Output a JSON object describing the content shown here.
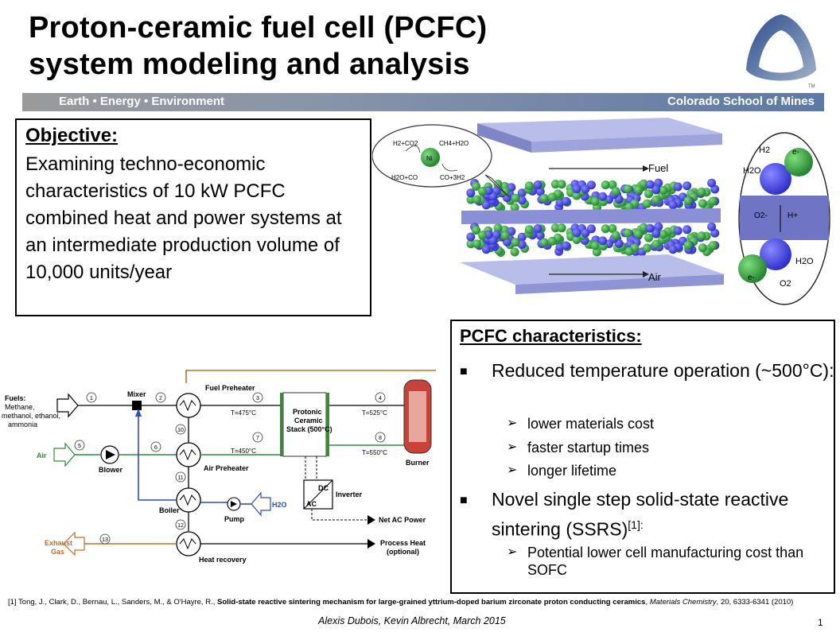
{
  "title": {
    "line1": "Proton-ceramic fuel cell (PCFC)",
    "line2": "system modeling and analysis"
  },
  "banner": {
    "left": "Earth • Energy • Environment",
    "right": "Colorado School of Mines"
  },
  "logo": {
    "tm": "TM"
  },
  "objective": {
    "heading": "Objective:",
    "text": "Examining techno-economic characteristics of 10 kW PCFC combined heat and power systems at an intermediate production volume of 10,000 units/year"
  },
  "cell_diagram": {
    "reaction_top_left": "H2+CO2",
    "reaction_top_right": "CH4+H2O",
    "reaction_center": "Ni",
    "reaction_bottom_left": "H2O+CO",
    "reaction_bottom_right": "CO+3H2",
    "fuel": "Fuel",
    "air": "Air",
    "ion_o": "O2-",
    "ion_h": "H+",
    "h2": "H2",
    "h2o_top": "H2O",
    "e_top": "e-",
    "e_bottom": "e-",
    "h2o_bottom": "H2O",
    "o2": "O2"
  },
  "system_diagram": {
    "fuels_label": "Fuels:",
    "fuels_list": [
      "Methane,",
      "methanol, ethanol,",
      "ammonia"
    ],
    "air": "Air",
    "blower": "Blower",
    "mixer": "Mixer",
    "fuel_preheater": "Fuel Preheater",
    "air_preheater": "Air Preheater",
    "boiler": "Boiler",
    "pump": "Pump",
    "h2o": "H2O",
    "stack_lines": [
      "Protonic",
      "Ceramic",
      "Stack (500°C)"
    ],
    "t3": "T=475°C",
    "t4": "T=525°C",
    "t7": "T=450°C",
    "t8": "T=550°C",
    "burner": "Burner",
    "inverter": "Inverter",
    "dc": "DC",
    "ac": "AC",
    "net_ac": "Net AC Power",
    "process_heat": [
      "Process Heat",
      "(optional)"
    ],
    "heat_recovery": "Heat recovery",
    "exhaust": [
      "Exhaust",
      "Gas"
    ],
    "nodes": [
      "1",
      "2",
      "3",
      "4",
      "5",
      "6",
      "7",
      "8",
      "10",
      "11",
      "12",
      "13"
    ]
  },
  "characteristics": {
    "heading": "PCFC characteristics:",
    "bullet1": "Reduced temperature operation (~500°C):",
    "sub1": [
      "lower materials cost",
      "faster startup times",
      "longer lifetime"
    ],
    "bullet2_text": "Novel single step solid-state reactive sintering (SSRS)",
    "bullet2_ref": "[1]:",
    "sub2": [
      "Potential lower cell manufacturing cost than SOFC"
    ]
  },
  "footnote": {
    "prefix": "[1] Tong, J., Clark, D., Bernau, L., Sanders, M., & O'Hayre, R., ",
    "bold": "Solid-state reactive sintering mechanism for large-grained yttrium-doped  barium zirconate proton  conducting ceramics",
    "sep": ", ",
    "journal": "Materials Chemistry",
    "suffix": ", 20, 6333-6341 (2010)"
  },
  "author": "Alexis Dubois, Kevin Albrecht, March  2015",
  "page_number": "1",
  "colors": {
    "banner_start": "#9a9a9a",
    "banner_end": "#5c7aa6",
    "plate": "#8a8fd6",
    "particle_blue": "#4444dd",
    "particle_green": "#2f9a3a",
    "fuel_line": "#c0702a",
    "air_line": "#2e8b3a",
    "water_line": "#2b4bd0"
  }
}
